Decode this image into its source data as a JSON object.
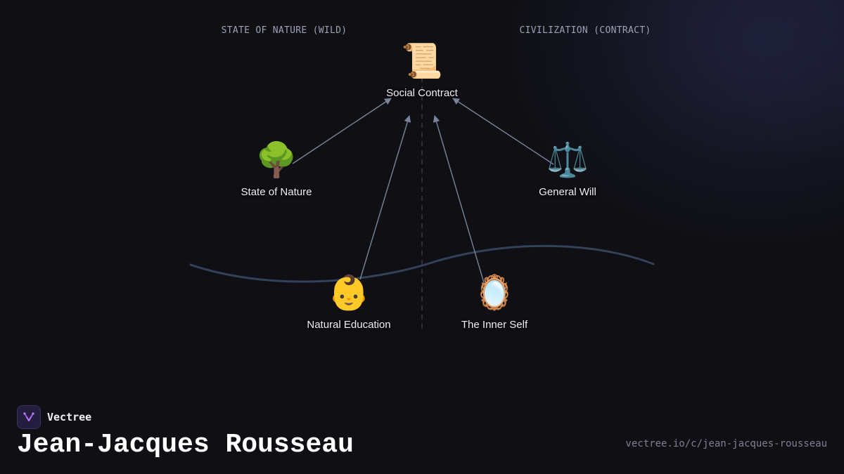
{
  "diagram": {
    "regions": {
      "left": "STATE OF NATURE (WILD)",
      "right": "CIVILIZATION (CONTRACT)"
    },
    "nodes": {
      "social_contract": {
        "icon": "📜",
        "icon_name": "scroll-icon",
        "label": "Social Contract"
      },
      "state_of_nature": {
        "icon": "🌳",
        "icon_name": "tree-icon",
        "label": "State of Nature"
      },
      "general_will": {
        "icon": "⚖️",
        "icon_name": "scales-icon",
        "label": "General Will"
      },
      "natural_education": {
        "icon": "👶",
        "icon_name": "baby-icon",
        "label": "Natural Education"
      },
      "inner_self": {
        "icon": "🪞",
        "icon_name": "mirror-icon",
        "label": "The Inner Self"
      }
    },
    "edges": [
      {
        "from": "state_of_nature",
        "to": "social_contract"
      },
      {
        "from": "general_will",
        "to": "social_contract"
      },
      {
        "from": "natural_education",
        "to": "social_contract"
      },
      {
        "from": "inner_self",
        "to": "social_contract"
      }
    ],
    "colors": {
      "arrow": "#7a849c",
      "curve": "#33415a",
      "divider": "#4a4e5e"
    }
  },
  "footer": {
    "brand": "Vectree",
    "title": "Jean-Jacques Rousseau",
    "url": "vectree.io/c/jean-jacques-rousseau"
  }
}
